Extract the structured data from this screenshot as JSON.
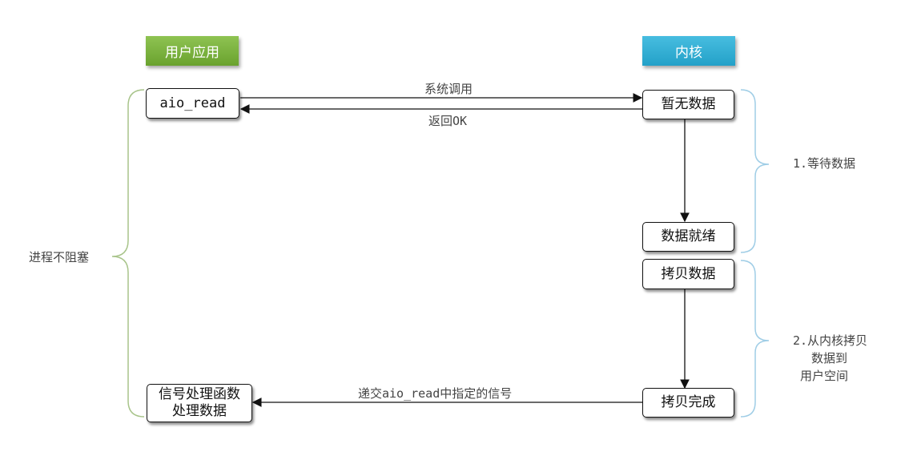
{
  "headers": {
    "user_app": "用户应用",
    "kernel": "内核"
  },
  "user_side": {
    "aio_read": "aio_read",
    "signal_handler_line1": "信号处理函数",
    "signal_handler_line2": "处理数据",
    "left_brace_label": "进程不阻塞"
  },
  "kernel_side": {
    "no_data": "暂无数据",
    "data_ready": "数据就绪",
    "copy_data": "拷贝数据",
    "copy_done": "拷贝完成"
  },
  "arrows": {
    "syscall": "系统调用",
    "return_ok": "返回OK",
    "deliver_signal": "递交aio_read中指定的信号"
  },
  "phases": {
    "wait": "1.等待数据",
    "copy_line1": "2.从内核拷贝",
    "copy_line2": "数据到",
    "copy_line3": "用户空间"
  },
  "colors": {
    "user_header": "#7ab23e",
    "kernel_header": "#2eaed4",
    "brace_green": "#a8c48a",
    "brace_blue": "#9fcde6"
  }
}
